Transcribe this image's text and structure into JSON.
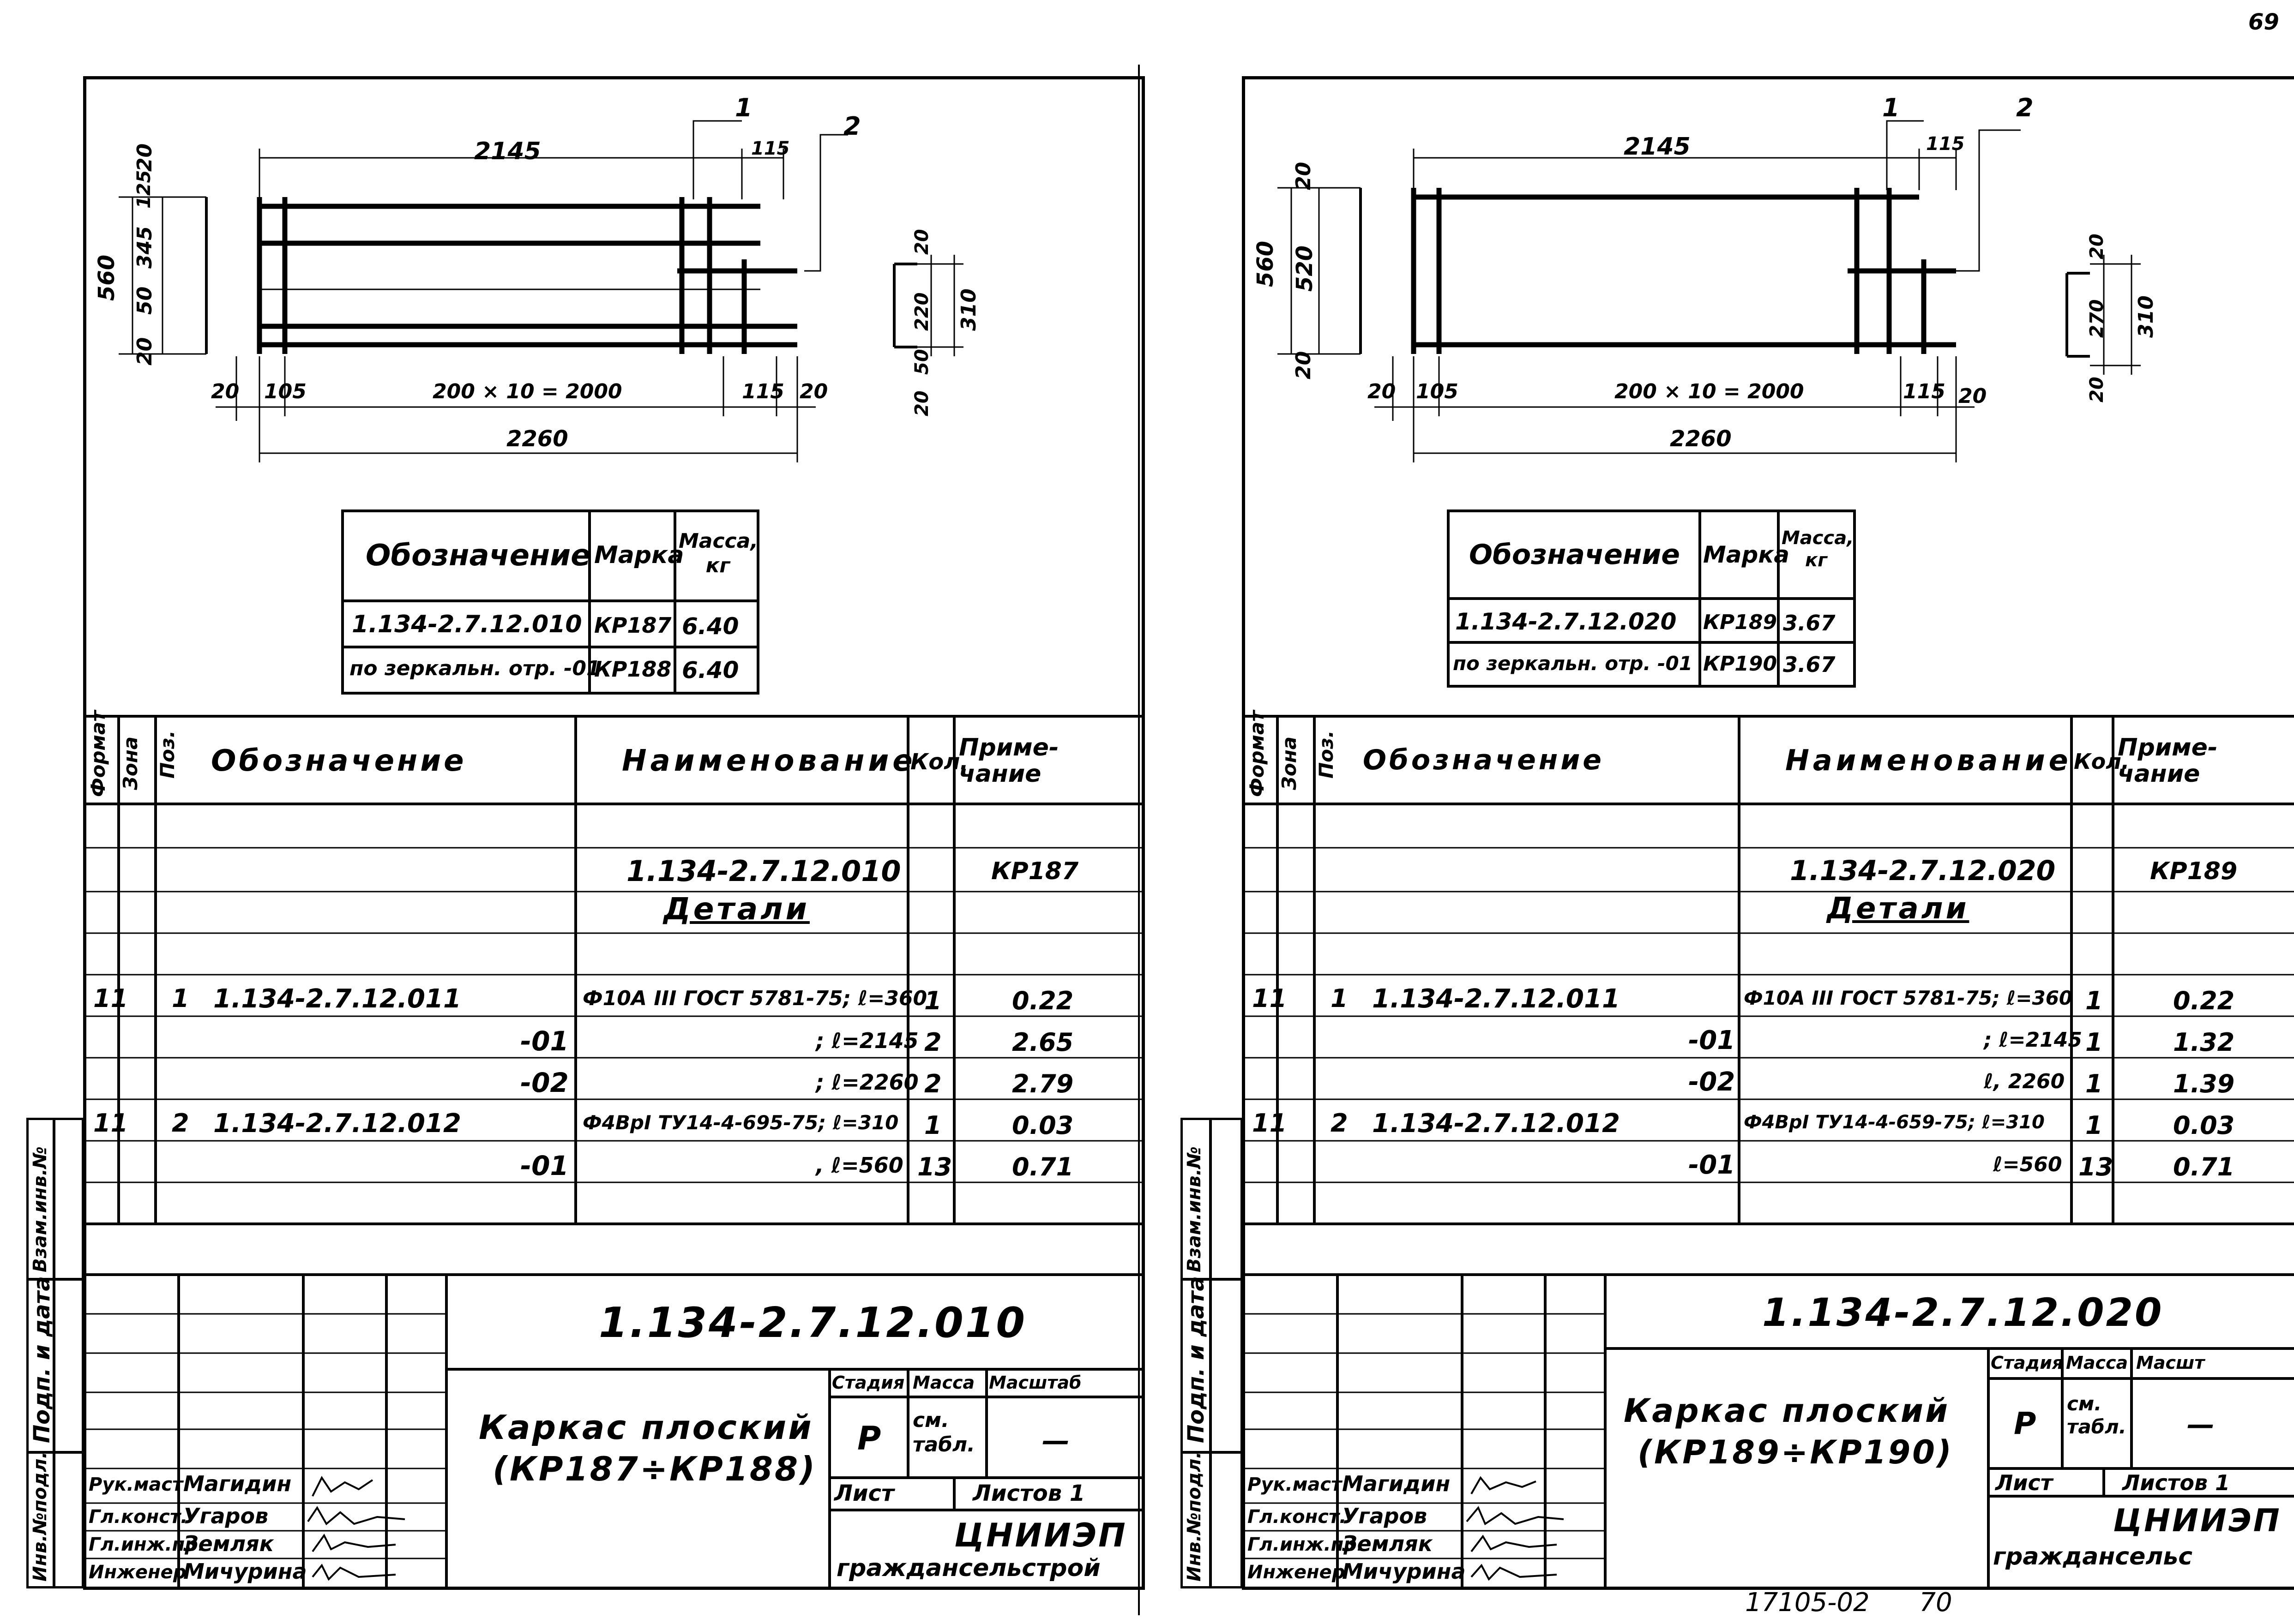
{
  "page_number": "69",
  "archive_stamp": {
    "number": "17105-02",
    "page": "70"
  },
  "sheets": [
    {
      "id": "left",
      "drawing": {
        "callouts": [
          "1",
          "2"
        ],
        "dims_top": [
          "2145",
          "115"
        ],
        "dims_bottom": [
          "20",
          "105",
          "200 × 10 = 2000",
          "115",
          "20"
        ],
        "dim_total": "2260",
        "dims_left": [
          "560",
          "20",
          "50",
          "345",
          "125",
          "20"
        ],
        "dims_section": [
          "20",
          "50",
          "220",
          "310",
          "20"
        ]
      },
      "mark_table": {
        "headers": [
          "Обозначение",
          "Марка",
          "Масса, кг"
        ],
        "rows": [
          [
            "1.134-2.7.12.010",
            "КР187",
            "6.40"
          ],
          [
            "по зеркальн. отр. -01",
            "КР188",
            "6.40"
          ]
        ]
      },
      "spec": {
        "headers": [
          "Формат",
          "Зона",
          "Поз.",
          "Обозначение",
          "Наименование",
          "Кол.",
          "Приме-чание"
        ],
        "doc_designation": "1.134-2.7.12.010",
        "doc_note": "КР187",
        "section_title": "Детали",
        "rows": [
          [
            "11",
            "",
            "1",
            "1.134-2.7.12.011",
            "Ф10А III ГОСТ 5781-75; ℓ=360",
            "1",
            "0.22"
          ],
          [
            "",
            "",
            "",
            "-01",
            "; ℓ=2145",
            "2",
            "2.65"
          ],
          [
            "",
            "",
            "",
            "-02",
            "; ℓ=2260",
            "2",
            "2.79"
          ],
          [
            "11",
            "",
            "2",
            "1.134-2.7.12.012",
            "Ф4ВрI ТУ14-4-695-75; ℓ=310",
            "1",
            "0.03"
          ],
          [
            "",
            "",
            "",
            "-01",
            ", ℓ=560",
            "13",
            "0.71"
          ]
        ]
      },
      "title_block": {
        "designation": "1.134-2.7.12.010",
        "title_line1": "Каркас плоский",
        "title_line2": "(КР187÷КР188)",
        "headers": [
          "Стадия",
          "Масса",
          "Масштаб"
        ],
        "stage": "Р",
        "mass": "см. табл.",
        "scale": "—",
        "sheet_label": "Лист",
        "sheets_label": "Листов 1",
        "org_line1": "ЦНИИЭП",
        "org_line2": "граждансельстрой",
        "roles": [
          [
            "Рук.маст.",
            "Магидин"
          ],
          [
            "Гл.конст.",
            "Угаров"
          ],
          [
            "Гл.инж.пр.",
            "Земляк"
          ],
          [
            "Инженер",
            "Мичурина"
          ]
        ]
      },
      "side_stamp": [
        "Инв.№подл.",
        "Подп. и дата",
        "Взам.инв.№"
      ]
    },
    {
      "id": "right",
      "drawing": {
        "callouts": [
          "1",
          "2"
        ],
        "dims_top": [
          "2145",
          "115"
        ],
        "dims_bottom": [
          "20",
          "105",
          "200 × 10 = 2000",
          "115",
          "20"
        ],
        "dim_total": "2260",
        "dims_left": [
          "560",
          "20",
          "520",
          "20"
        ],
        "dims_section": [
          "20",
          "270",
          "310",
          "20"
        ]
      },
      "mark_table": {
        "headers": [
          "Обозначение",
          "Марка",
          "Масса, кг"
        ],
        "rows": [
          [
            "1.134-2.7.12.020",
            "КР189",
            "3.67"
          ],
          [
            "по зеркальн. отр. -01",
            "КР190",
            "3.67"
          ]
        ]
      },
      "spec": {
        "headers": [
          "Формат",
          "Зона",
          "Поз.",
          "Обозначение",
          "Наименование",
          "Кол.",
          "Приме-чание"
        ],
        "doc_designation": "1.134-2.7.12.020",
        "doc_note": "КР189",
        "section_title": "Детали",
        "rows": [
          [
            "11",
            "",
            "1",
            "1.134-2.7.12.011",
            "Ф10А III ГОСТ 5781-75; ℓ=360",
            "1",
            "0.22"
          ],
          [
            "",
            "",
            "",
            "-01",
            "; ℓ=2145",
            "1",
            "1.32"
          ],
          [
            "",
            "",
            "",
            "-02",
            "ℓ, 2260",
            "1",
            "1.39"
          ],
          [
            "11",
            "",
            "2",
            "1.134-2.7.12.012",
            "Ф4ВрI ТУ14-4-659-75; ℓ=310",
            "1",
            "0.03"
          ],
          [
            "",
            "",
            "",
            "-01",
            "ℓ=560",
            "13",
            "0.71"
          ]
        ]
      },
      "title_block": {
        "designation": "1.134-2.7.12.020",
        "title_line1": "Каркас плоский",
        "title_line2": "(КР189÷КР190)",
        "headers": [
          "Стадия",
          "Масса",
          "Масшт"
        ],
        "stage": "Р",
        "mass": "см. табл.",
        "scale": "—",
        "sheet_label": "Лист",
        "sheets_label": "Листов 1",
        "org_line1": "ЦНИИЭП",
        "org_line2": "граждансельс",
        "roles": [
          [
            "Рук.маст.",
            "Магидин"
          ],
          [
            "Гл.конст.",
            "Угаров"
          ],
          [
            "Гл.инж.пр.",
            "Земляк"
          ],
          [
            "Инженер",
            "Мичурина"
          ]
        ]
      },
      "side_stamp": [
        "Инв.№подл.",
        "Подп. и дата",
        "Взам.инв.№"
      ]
    }
  ]
}
